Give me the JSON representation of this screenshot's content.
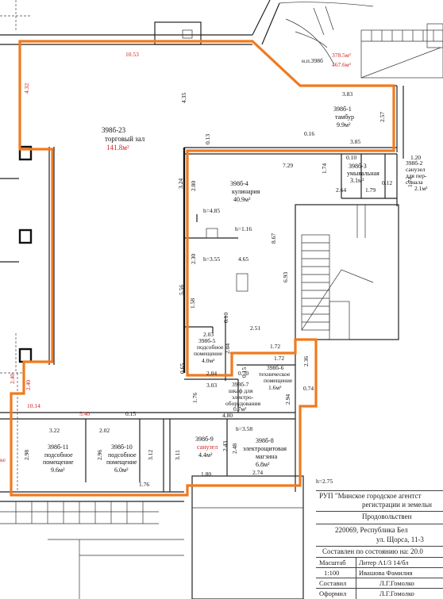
{
  "title_block": {
    "org_line1": "РУП \"Минское городское агентст",
    "org_line2": "регистрации и земельн",
    "object": "Продовольствен",
    "address_line1": "220069, Республика Бел",
    "address_line2": "ул. Щорса, 11-3",
    "as_of": "Составлен по состоянию на: 20.0",
    "scale_label": "Масштаб",
    "scale_value": "1:100",
    "liter": "Литер А1/3 14/бл",
    "executor_name": "Ивашова Фамилия",
    "compiled_label": "Составил",
    "compiled_name": "Л.Г.Гомолко",
    "drafted_label": "Оформил",
    "drafted_name": "Л.Г.Гомолко"
  },
  "areas": {
    "total_red": "378.5м²",
    "total_red2": "467.6м²",
    "np_label": "н.п.398б"
  },
  "rooms": [
    {
      "id": "398б-23",
      "name": "торговый зал",
      "area": "141.8м²"
    },
    {
      "id": "398б-1",
      "name": "тамбур",
      "area": "9.9м²"
    },
    {
      "id": "398б-4",
      "name": "кулинария",
      "area": "40.9м²"
    },
    {
      "id": "398б-3",
      "name": "умывальная",
      "area": "3.1м²"
    },
    {
      "id": "398б-2",
      "name_lines": [
        "санузел",
        "для пер-",
        "сонала"
      ],
      "area": "2.1м²"
    },
    {
      "id": "398б-5",
      "name_lines": [
        "подсобное",
        "помещение"
      ],
      "area": "4.0м²"
    },
    {
      "id": "398б-6",
      "name_lines": [
        "техническое",
        "помещение"
      ],
      "area": "1.6м²"
    },
    {
      "id": "398б-7",
      "name_lines": [
        "шкаф для",
        "электро-",
        "оборудования"
      ],
      "area": "0.7м²"
    },
    {
      "id": "398б-8",
      "name_lines": [
        "электрощитовая",
        "магзина"
      ],
      "area": "6.8м²"
    },
    {
      "id": "398б-9",
      "name": "санузел",
      "area": "4.4м²"
    },
    {
      "id": "398б-10",
      "name_lines": [
        "подсобное",
        "помещение"
      ],
      "area": "6.0м²"
    },
    {
      "id": "398б-11",
      "name_lines": [
        "подсобное",
        "помещение"
      ],
      "area": "9.6м²"
    }
  ],
  "dims_red": [
    "10.53",
    "4.32",
    "2.40",
    "2.40",
    "10.14",
    "5.40",
    "ке"
  ],
  "dims": [
    "4.35",
    "3.83",
    "2.57",
    "0.16",
    "3.85",
    "0.13",
    "7.29",
    "1.74",
    "0.10",
    "1.20",
    "2.64",
    "1.79",
    "0.12",
    "1.74",
    "3.24",
    "2.80",
    "h=4.85",
    "h=1.16",
    "2.30",
    "h=3.55",
    "4.65",
    "8.67",
    "6.93",
    "5.56",
    "1.58",
    "2.03",
    "0.10",
    "2.51",
    "2.04",
    "1.72",
    "1.72",
    "0.65",
    "2.04",
    "2.36",
    "0.70",
    "3.03",
    "0.15",
    "0.74",
    "1.76",
    "4.80",
    "2.94",
    "h=3.58",
    "3.22",
    "0.15",
    "2.02",
    "2.98",
    "2.96",
    "3.12",
    "3.11",
    "2.43",
    "2.48",
    "1.80",
    "2.74",
    "1.76",
    "h=2.75"
  ]
}
